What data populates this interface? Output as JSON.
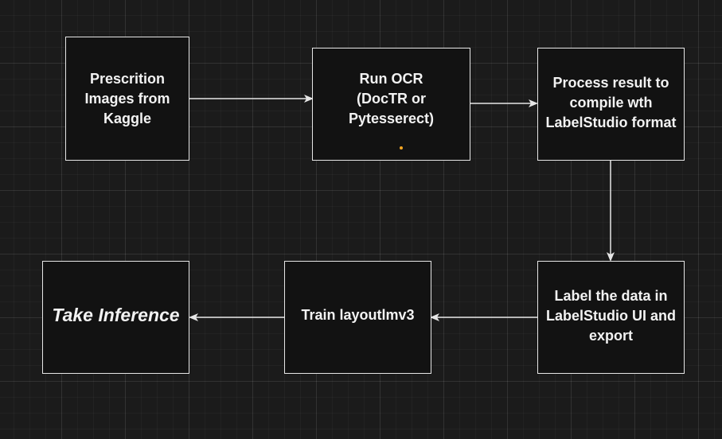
{
  "diagram": {
    "nodes": [
      {
        "id": "source",
        "label": "Prescrition\nImages from\nKaggle"
      },
      {
        "id": "ocr",
        "label": "Run OCR\n(DocTR or\nPytesserect)"
      },
      {
        "id": "process",
        "label": "Process result to\ncompile wth\nLabelStudio format"
      },
      {
        "id": "label",
        "label": "Label the data in\nLabelStudio UI and\nexport"
      },
      {
        "id": "train",
        "label": "Train layoutlmv3"
      },
      {
        "id": "inference",
        "label": "Take Inference"
      }
    ],
    "edges": [
      {
        "from": "source",
        "to": "ocr"
      },
      {
        "from": "ocr",
        "to": "process"
      },
      {
        "from": "process",
        "to": "label"
      },
      {
        "from": "label",
        "to": "train"
      },
      {
        "from": "train",
        "to": "inference"
      }
    ]
  },
  "colors": {
    "background": "#1b1b1b",
    "node_fill": "#121212",
    "node_border": "#e6e6e6",
    "text": "#f2f2f2",
    "edge": "#e6e6e6",
    "selection_dot": "#f5a623"
  }
}
